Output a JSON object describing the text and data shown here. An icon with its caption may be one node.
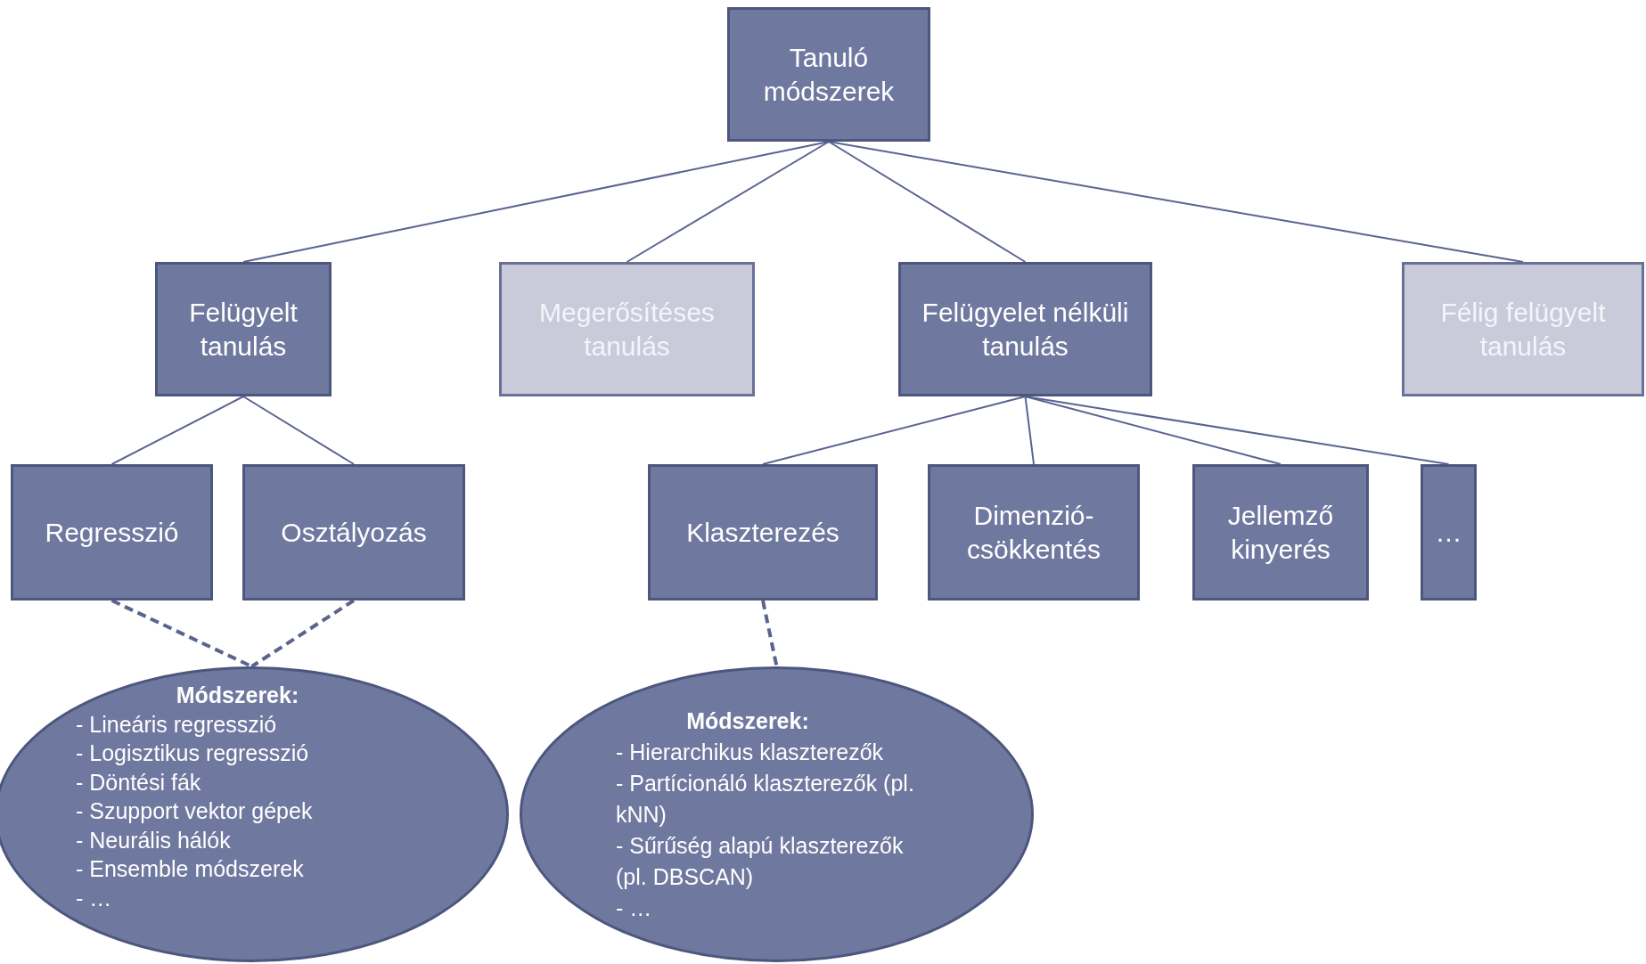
{
  "diagram": {
    "nodes": [
      {
        "text": [
          "Tanuló módszerek"
        ]
      },
      {
        "text": [
          "Felügyelt tanulás"
        ]
      },
      {
        "text": [
          "Megerősítéses tanulás"
        ]
      },
      {
        "text": [
          "Felügyelet nélküli tanulás"
        ]
      },
      {
        "text": [
          "Félig felügyelt tanulás"
        ]
      },
      {
        "text": [
          "Regresszió"
        ]
      },
      {
        "text": [
          "Osztályozás"
        ]
      },
      {
        "text": [
          "Klaszterezés"
        ]
      },
      {
        "text": [
          "Dimenzió-csökkentés"
        ]
      },
      {
        "text": [
          "Jellemző kinyerés"
        ]
      },
      {
        "text": [
          "…"
        ]
      },
      {
        "text": [
          "Módszerek:",
          "- Lineáris regresszió",
          "- Logisztikus regresszió",
          "- Döntési fák",
          "- Szupport vektor gépek",
          "- Neurális hálók",
          "- Ensemble módszerek",
          "- …"
        ]
      },
      {
        "text": [
          "Módszerek:",
          "- Hierarchikus klaszterezők",
          "- Partícionáló klaszterezők (pl. kNN)",
          "- Sűrűség alapú klaszterezők (pl. DBSCAN)",
          "- …"
        ]
      }
    ],
    "edges": [
      {
        "from": 0,
        "to": 1,
        "arrow": "none"
      },
      {
        "from": 0,
        "to": 2,
        "arrow": "none"
      },
      {
        "from": 0,
        "to": 3,
        "arrow": "none"
      },
      {
        "from": 0,
        "to": 4,
        "arrow": "none"
      },
      {
        "from": 1,
        "to": 5,
        "arrow": "none"
      },
      {
        "from": 1,
        "to": 6,
        "arrow": "none"
      },
      {
        "from": 3,
        "to": 7,
        "arrow": "none"
      },
      {
        "from": 3,
        "to": 8,
        "arrow": "none"
      },
      {
        "from": 3,
        "to": 9,
        "arrow": "none"
      },
      {
        "from": 3,
        "to": 10,
        "arrow": "none"
      },
      {
        "from": 5,
        "to": 11,
        "arrow": "none",
        "style": "dashed"
      },
      {
        "from": 6,
        "to": 11,
        "arrow": "none",
        "style": "dashed"
      },
      {
        "from": 7,
        "to": 12,
        "arrow": "none",
        "style": "dashed"
      }
    ]
  }
}
